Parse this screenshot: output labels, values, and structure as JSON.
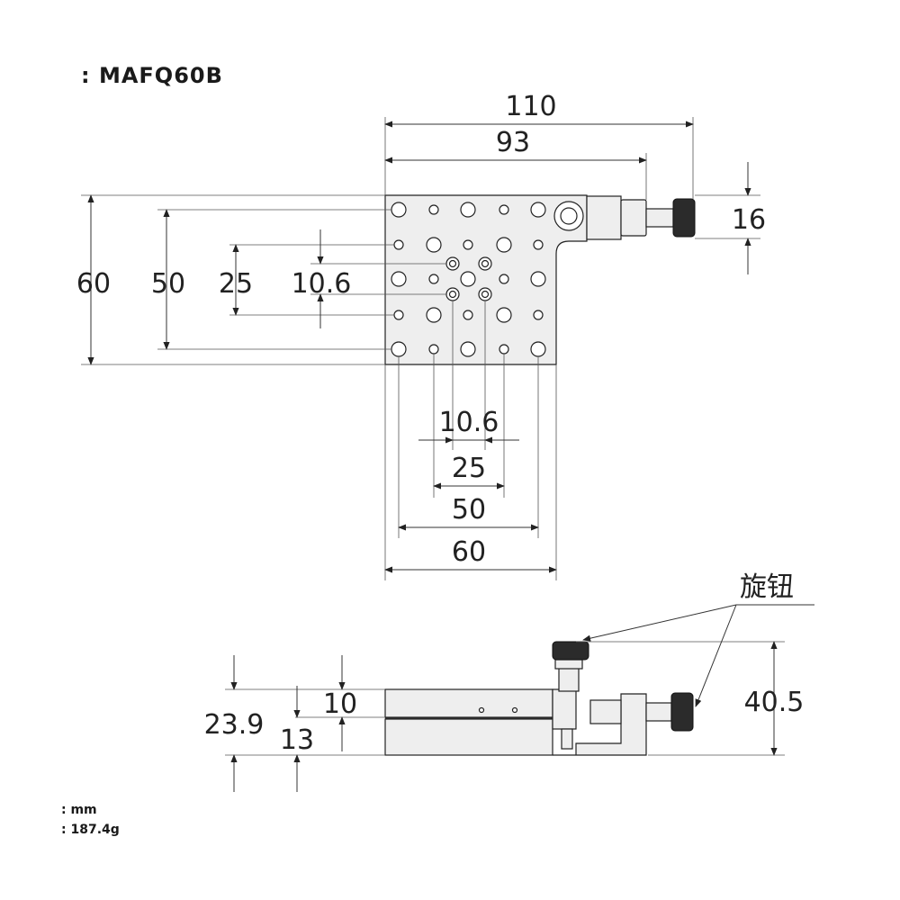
{
  "header": {
    "model": ":  MAFQ60B"
  },
  "notes": {
    "unit": ":  mm",
    "weight": ":  187.4g"
  },
  "top_view": {
    "dims": {
      "width_overall": "110",
      "width_stage": "93",
      "height_left_outer": "60",
      "height_left_mid": "50",
      "height_left_inner": "25",
      "height_left_small": "10.6",
      "knob_height": "16",
      "bottom_small": "10.6",
      "bottom_mid": "25",
      "bottom_50": "50",
      "bottom_60": "60"
    }
  },
  "side_view": {
    "callout": "旋钮",
    "dims": {
      "total_height": "23.9",
      "upper": "10",
      "lower": "13",
      "knob_total": "40.5"
    }
  }
}
